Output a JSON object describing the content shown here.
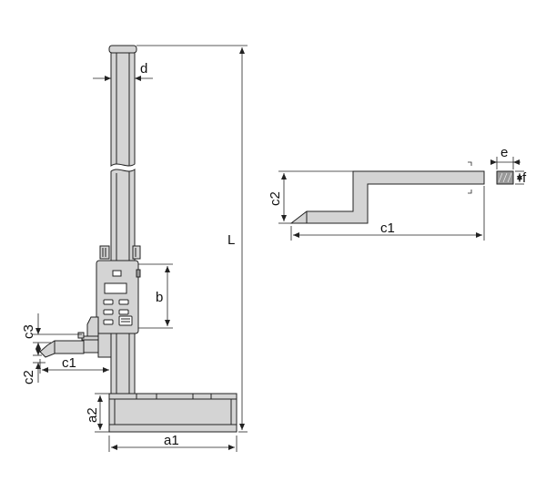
{
  "colors": {
    "line": "#222222",
    "fill": "#d4d4d4",
    "fill_dark": "#9a9a9a",
    "background": "#ffffff"
  },
  "labels": {
    "d": "d",
    "L": "L",
    "b": "b",
    "c3": "c3",
    "c1_left": "c1",
    "c2_left": "c2",
    "a2": "a2",
    "a1": "a1",
    "c2_right": "c2",
    "c1_right": "c1",
    "e": "e",
    "f": "f"
  }
}
